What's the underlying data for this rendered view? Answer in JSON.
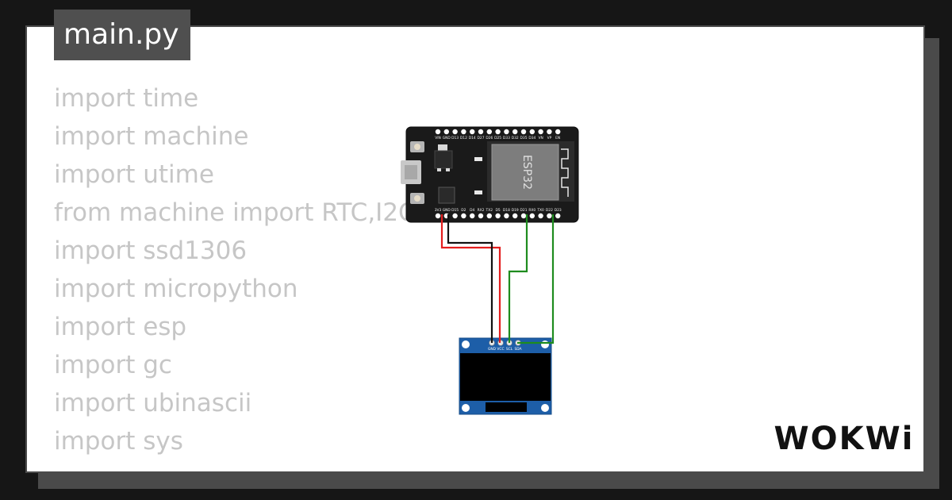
{
  "file_tab": {
    "label": "main.py"
  },
  "code_lines": [
    "import time",
    "import machine",
    "import utime",
    "from machine import RTC,I2C",
    "import ssd1306",
    "import micropython",
    "import esp",
    "import gc",
    "import ubinascii",
    "import sys"
  ],
  "esp32": {
    "chip_label": "ESP32",
    "top_pins": [
      "VIN",
      "GND",
      "D13",
      "D12",
      "D14",
      "D27",
      "D26",
      "D25",
      "D33",
      "D32",
      "D35",
      "D34",
      "VN",
      "VP",
      "EN"
    ],
    "bottom_pins": [
      "3V3",
      "GND",
      "D15",
      "D2",
      "D4",
      "RX2",
      "TX2",
      "D5",
      "D18",
      "D19",
      "D21",
      "RX0",
      "TX0",
      "D22",
      "D23"
    ]
  },
  "oled": {
    "pins": [
      "GND",
      "VCC",
      "SCL",
      "SDA"
    ]
  },
  "brand": {
    "logo_text": "WOKWi"
  },
  "colors": {
    "wire_power": "#e41e1e",
    "wire_ground": "#111111",
    "wire_data": "#1e8c1e",
    "pcb_esp32": "#1a1a1a",
    "pcb_oled": "#1d5ea8"
  }
}
